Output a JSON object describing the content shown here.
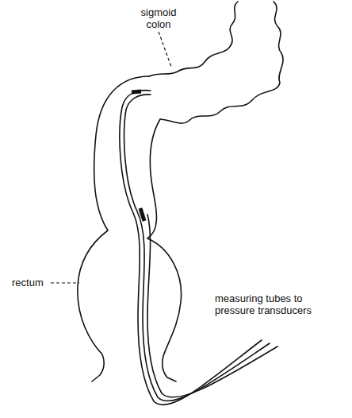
{
  "diagram": {
    "labels": [
      "sigmoid colon",
      "rectum",
      "measuring tubes to pressure transducers"
    ]
  }
}
